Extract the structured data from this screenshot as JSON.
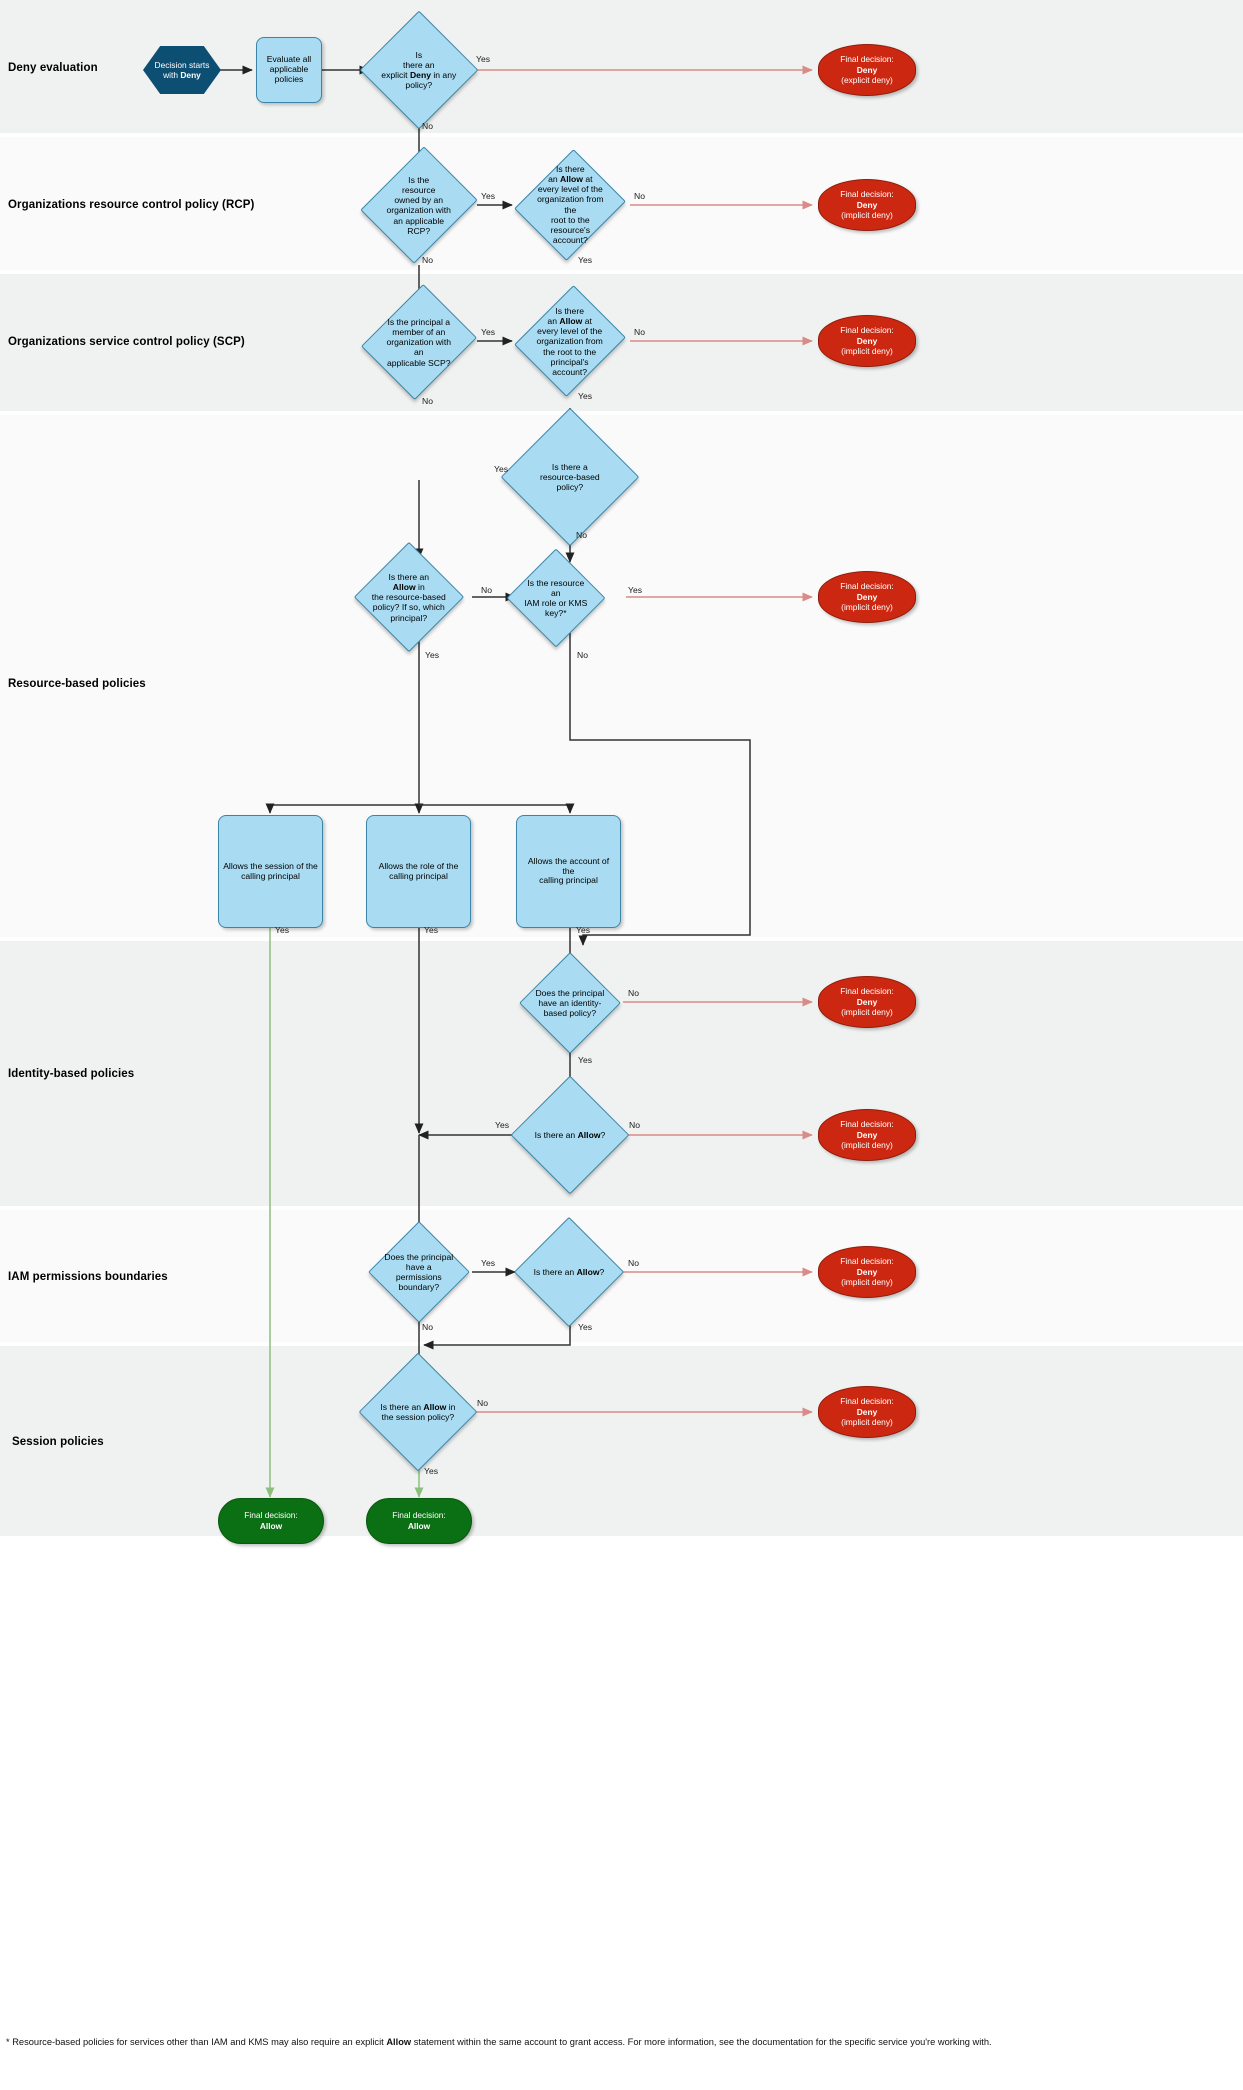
{
  "diagram": {
    "title": "AWS IAM policy evaluation logic flowchart",
    "colors": {
      "decision_fill": "#a9dcf2",
      "decision_stroke": "#3d85a8",
      "start_fill": "#0d4f72",
      "deny_fill": "#cc2811",
      "allow_fill": "#0b7014",
      "band_a": "#f0f2f1",
      "band_b": "#fafafa",
      "deny_edge": "#d98b87",
      "allow_edge": "#8cbf7e",
      "edge": "#333333"
    }
  },
  "lanes": [
    {
      "id": "deny-evaluation",
      "label": "Deny evaluation"
    },
    {
      "id": "rcp",
      "label": "Organizations resource control policy (RCP)"
    },
    {
      "id": "scp",
      "label": "Organizations service control policy (SCP)"
    },
    {
      "id": "resource-based",
      "label": "Resource-based policies"
    },
    {
      "id": "identity-based",
      "label": "Identity-based policies"
    },
    {
      "id": "permissions-boundaries",
      "label": "IAM permissions boundaries"
    },
    {
      "id": "session-policies",
      "label": "Session policies"
    }
  ],
  "nodes": {
    "start": {
      "line1": "Decision starts",
      "line2": "with ",
      "bold2": "Deny"
    },
    "evaluate_all": {
      "text": "Evaluate all applicable policies"
    },
    "explicit_deny": {
      "l1": "Is",
      "l2": "there an",
      "l3a": "explicit ",
      "l3b": "Deny",
      "l3c": " in any",
      "l4": "policy?"
    },
    "rcp_owned": {
      "l1": "Is the",
      "l2": "resource",
      "l3": "owned by an",
      "l4": "organization with",
      "l5": "an applicable",
      "l6": "RCP?"
    },
    "rcp_allow": {
      "l1": "Is there",
      "l2a": "an ",
      "l2b": "Allow",
      "l2c": " at",
      "l3": "every level of the",
      "l4": "organization from the",
      "l5": "root to the",
      "l6": "resource's",
      "l7": "account?"
    },
    "scp_member": {
      "l1": "Is the principal a",
      "l2": "member of an",
      "l3": "organization with an",
      "l4": "applicable SCP?"
    },
    "scp_allow": {
      "l1": "Is there",
      "l2a": "an ",
      "l2b": "Allow",
      "l2c": " at",
      "l3": "every level of the",
      "l4": "organization from",
      "l5": "the root to the",
      "l6": "principal's",
      "l7": "account?"
    },
    "rbp_exists": {
      "l1": "Is there a",
      "l2": "resource-based",
      "l3": "policy?"
    },
    "rbp_allow": {
      "l1": "Is there an",
      "l2b": "Allow",
      "l2c": " in",
      "l3": "the resource-based",
      "l4": "policy? If so, which",
      "l5": "principal?"
    },
    "iam_role_kms": {
      "l1": "Is the resource an",
      "l2": "IAM role or KMS key?*"
    },
    "allows_session": {
      "l1": "Allows the session of the",
      "l2": "calling principal"
    },
    "allows_role": {
      "l1": "Allows the role of the",
      "l2": "calling principal"
    },
    "allows_account": {
      "l1": "Allows the account of the",
      "l2": "calling principal"
    },
    "has_identity_policy": {
      "l1": "Does the principal",
      "l2": "have an identity-",
      "l3": "based policy?"
    },
    "identity_allow": {
      "l1": "Is there an ",
      "l1b": "Allow",
      "l1c": "?"
    },
    "has_perm_boundary": {
      "l1": "Does the principal",
      "l2": "have a permissions",
      "l3": "boundary?"
    },
    "boundary_allow": {
      "l1": "Is there an ",
      "l1b": "Allow",
      "l1c": "?"
    },
    "session_allow": {
      "l1": "Is there an ",
      "l1b": "Allow",
      "l1c": " in",
      "l2": "the session policy?"
    }
  },
  "terminators": {
    "explicit_deny": {
      "l1": "Final decision:",
      "l2": "Deny",
      "l3": "(explicit deny)"
    },
    "implicit_deny": {
      "l1": "Final decision:",
      "l2": "Deny",
      "l3": "(implicit deny)"
    },
    "allow": {
      "l1": "Final decision:",
      "l2": "Allow"
    }
  },
  "edge_labels": {
    "yes": "Yes",
    "no": "No"
  },
  "footnote": {
    "pre": "* Resource-based policies for services other than IAM and KMS may also require an explicit ",
    "bold": "Allow",
    "post": " statement within the same account to grant access. For more information, see the documentation for the specific service you're working with."
  }
}
